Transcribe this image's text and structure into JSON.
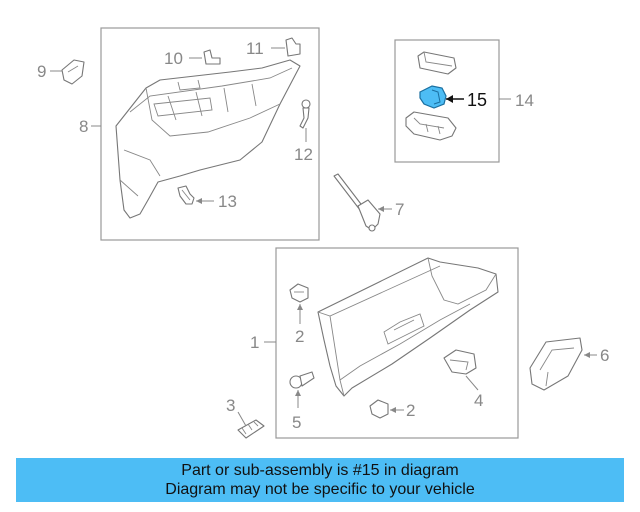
{
  "callouts": {
    "c1": "1",
    "c2a": "2",
    "c2b": "2",
    "c3": "3",
    "c4": "4",
    "c5": "5",
    "c6": "6",
    "c7": "7",
    "c8": "8",
    "c9": "9",
    "c10": "10",
    "c11": "11",
    "c12": "12",
    "c13": "13",
    "c14": "14",
    "c15": "15"
  },
  "highlight_part": "15",
  "colors": {
    "caption_bg": "#4dbdf5",
    "highlight": "#4dbdf5",
    "line": "#777777",
    "text_muted": "#888888"
  },
  "caption": {
    "line1": "Part or sub-assembly is #15 in diagram",
    "line2": "Diagram may not be specific to your vehicle"
  }
}
